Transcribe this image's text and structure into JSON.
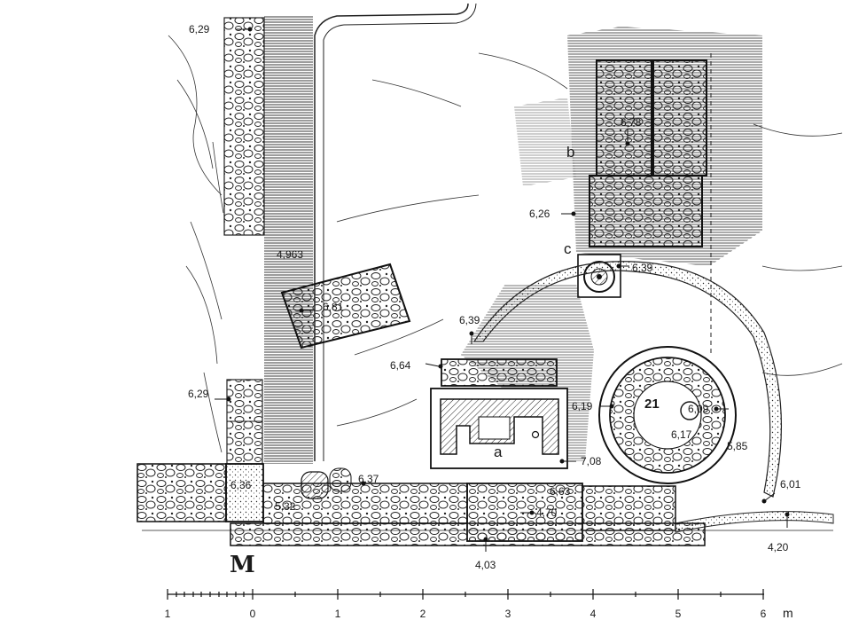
{
  "plan_labels": {
    "letters": {
      "a": "a",
      "b": "b",
      "c": "c",
      "M": "M",
      "feature": "21"
    },
    "elevations": {
      "e_629_top": "6,29",
      "e_629_left": "6,29",
      "e_4963": "4,963",
      "e_681": "6,81",
      "e_678": "6,78",
      "e_626": "6,26",
      "e_639_c": "6,39",
      "e_639_mid": "6,39",
      "e_664": "6,64",
      "e_619": "6,19",
      "e_609": "6,09",
      "e_617": "6,17",
      "e_585": "5,85",
      "e_708": "7,08",
      "e_663": "6,63",
      "e_470": "4,70",
      "e_636": "6,36",
      "e_637": "6,37",
      "e_532": "5,32",
      "e_601": "6,01",
      "e_420": "4,20",
      "e_403": "4,03"
    }
  },
  "scale_bar": {
    "ticks": [
      "1",
      "0",
      "1",
      "2",
      "3",
      "4",
      "5",
      "6"
    ],
    "unit": "m"
  }
}
